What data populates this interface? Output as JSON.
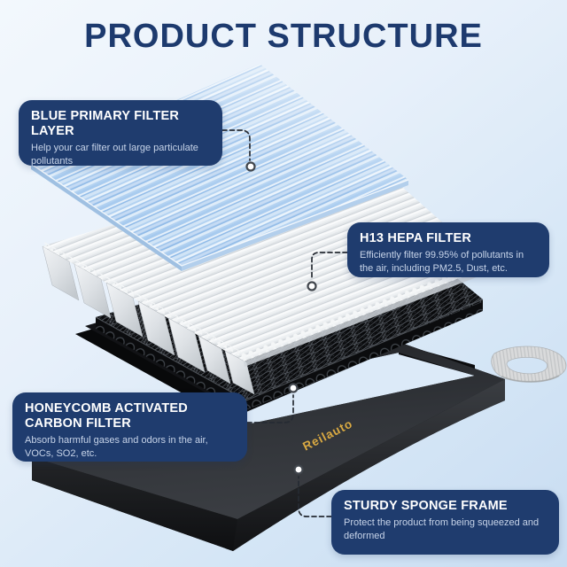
{
  "header": {
    "title": "PRODUCT STRUCTURE"
  },
  "product": {
    "brand": "Reilauto"
  },
  "callouts": [
    {
      "id": "blue-primary-filter",
      "title": "BLUE PRIMARY FILTER LAYER",
      "body": "Help your car filter out large particulate pollutants"
    },
    {
      "id": "hepa-filter",
      "title": "H13 HEPA FILTER",
      "body": "Efficiently filter 99.95% of pollutants in the air, including PM2.5, Dust, etc."
    },
    {
      "id": "carbon-filter",
      "title": "HONEYCOMB ACTIVATED CARBON FILTER",
      "body": "Absorb harmful gases and odors in the air, VOCs, SO2, etc."
    },
    {
      "id": "sponge-frame",
      "title": "STURDY SPONGE FRAME",
      "body": "Protect the product from being squeezed and deformed"
    }
  ],
  "colors": {
    "callout_navy": "#1f3c6e",
    "title_navy": "#1d3a6e",
    "brand_gold": "#d9a942",
    "background_top": "#f3f8fd",
    "background_bottom": "#c8dcf1"
  }
}
